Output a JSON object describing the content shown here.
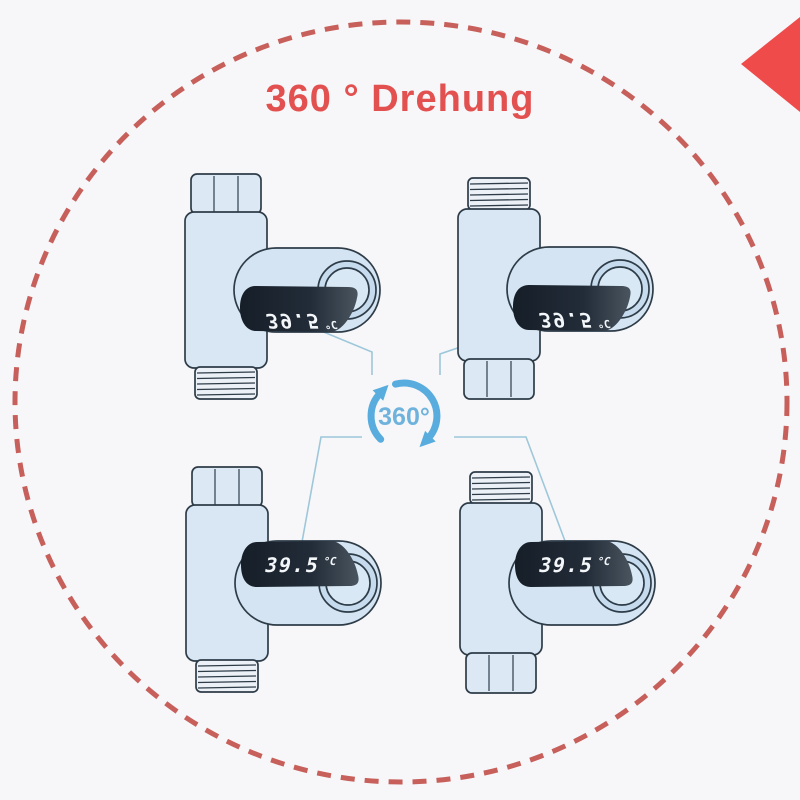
{
  "title": "360 ° Drehung",
  "rotation_badge": {
    "label": "360°"
  },
  "devices": [
    {
      "position": "top-left",
      "temperature": "39.5",
      "unit": "°C",
      "display_upside_down": true
    },
    {
      "position": "top-right",
      "temperature": "39.5",
      "unit": "°C",
      "display_upside_down": true
    },
    {
      "position": "bottom-left",
      "temperature": "39.5",
      "unit": "°C",
      "display_upside_down": false
    },
    {
      "position": "bottom-right",
      "temperature": "39.5",
      "unit": "°C",
      "display_upside_down": false
    }
  ],
  "icons": [
    "rotation-360-icon",
    "corner-triangle-icon",
    "dashed-circle-border"
  ],
  "colors": {
    "background": "#f7f7f9",
    "title_red": "#e25150",
    "dashed_circle_red": "#c75f5b",
    "corner_triangle_red": "#ef4b4b",
    "device_fill": "#d9e7f4",
    "device_outline": "#2e3c48",
    "display_background": "#1c242e",
    "display_digits": "#f4f7fa",
    "rotation_arrow_blue": "#58acde",
    "rotation_label_blue": "#6fb3dd",
    "connector_blue": "#9ec7da"
  }
}
